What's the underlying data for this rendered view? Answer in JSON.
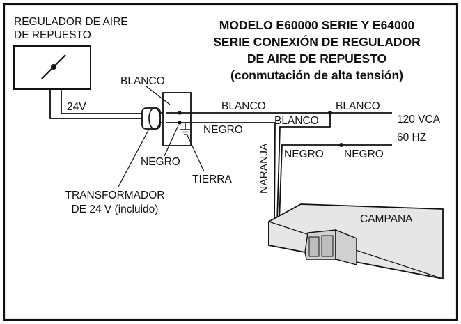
{
  "title": {
    "line1": "MODELO E60000 SERIE Y E64000",
    "line2": "SERIE CONEXIÓN DE REGULADOR",
    "line3": "DE AIRE DE REPUESTO",
    "line4": "(conmutación de alta tensión)"
  },
  "regulator": {
    "line1": "REGULADOR DE AIRE",
    "line2": "DE REPUESTO",
    "voltage": "24V"
  },
  "junction": {
    "blanco": "BLANCO",
    "negro_side": "NEGRO",
    "negro_bottom": "NEGRO",
    "tierra": "TIERRA"
  },
  "transformer": {
    "line1": "TRANSFORMADOR",
    "line2": "DE 24 V (incluido)"
  },
  "wires": {
    "blanco_top1": "BLANCO",
    "blanco_top2": "BLANCO",
    "blanco_mid": "BLANCO",
    "negro_a": "NEGRO",
    "negro_b": "NEGRO",
    "naranja": "NARANJA"
  },
  "supply": {
    "line1": "120 VCA",
    "line2": "60 HZ"
  },
  "hood": {
    "label": "CAMPANA"
  },
  "colors": {
    "ink": "#111111",
    "hood_fill": "#e6e6e6",
    "background": "#ffffff"
  }
}
